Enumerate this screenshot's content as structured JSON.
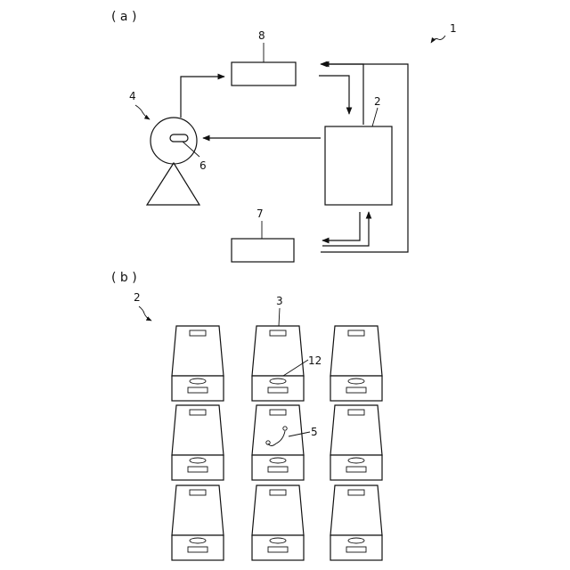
{
  "panel_a": {
    "label": "( a )",
    "refs": {
      "system": "1",
      "controller": "2",
      "robot": "4",
      "tool": "6",
      "unit_top": "8",
      "unit_bottom": "7"
    }
  },
  "panel_b": {
    "label": "( b )",
    "refs": {
      "rack": "2",
      "container": "3",
      "handle": "12",
      "cable": "5"
    }
  }
}
